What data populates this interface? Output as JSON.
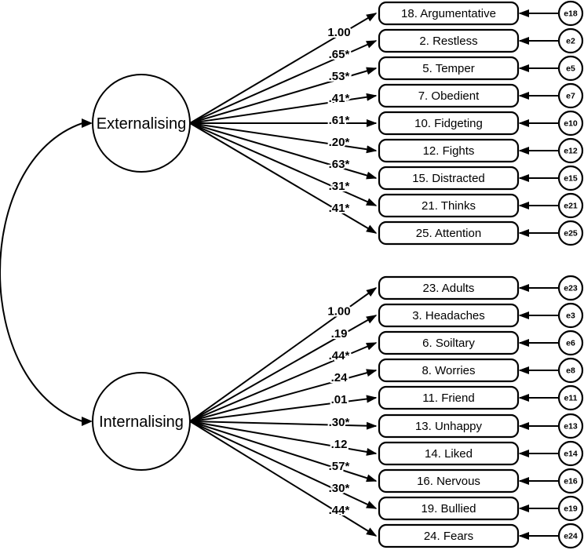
{
  "diagram": {
    "type": "confirmatory-factor-analysis-path-diagram",
    "colors": {
      "stroke": "#000000",
      "background": "#ffffff",
      "fill": "#ffffff"
    },
    "covariance": {
      "between": [
        "Externalising",
        "Internalising"
      ],
      "label": ""
    },
    "factors": [
      {
        "name": "Externalising",
        "items": [
          {
            "label": "18. Argumentative",
            "loading": "1.00",
            "error": "e18"
          },
          {
            "label": "2. Restless",
            "loading": ".65*",
            "error": "e2"
          },
          {
            "label": "5. Temper",
            "loading": ".53*",
            "error": "e5"
          },
          {
            "label": "7. Obedient",
            "loading": ".41*",
            "error": "e7"
          },
          {
            "label": "10. Fidgeting",
            "loading": ".61*",
            "error": "e10"
          },
          {
            "label": "12. Fights",
            "loading": ".20*",
            "error": "e12"
          },
          {
            "label": "15. Distracted",
            "loading": ".63*",
            "error": "e15"
          },
          {
            "label": "21. Thinks",
            "loading": ".31*",
            "error": "e21"
          },
          {
            "label": "25. Attention",
            "loading": ".41*",
            "error": "e25"
          }
        ]
      },
      {
        "name": "Internalising",
        "items": [
          {
            "label": "23. Adults",
            "loading": "1.00",
            "error": "e23"
          },
          {
            "label": "3. Headaches",
            "loading": ".19",
            "error": "e3"
          },
          {
            "label": "6. Soiltary",
            "loading": ".44*",
            "error": "e6"
          },
          {
            "label": "8. Worries",
            "loading": ".24",
            "error": "e8"
          },
          {
            "label": "11. Friend",
            "loading": ".01",
            "error": "e11"
          },
          {
            "label": "13. Unhappy",
            "loading": ".30*",
            "error": "e13"
          },
          {
            "label": "14. Liked",
            "loading": ".12",
            "error": "e14"
          },
          {
            "label": "16. Nervous",
            "loading": ".57*",
            "error": "e16"
          },
          {
            "label": "19. Bullied",
            "loading": ".30*",
            "error": "e19"
          },
          {
            "label": "24. Fears",
            "loading": ".44*",
            "error": "e24"
          }
        ]
      }
    ]
  }
}
